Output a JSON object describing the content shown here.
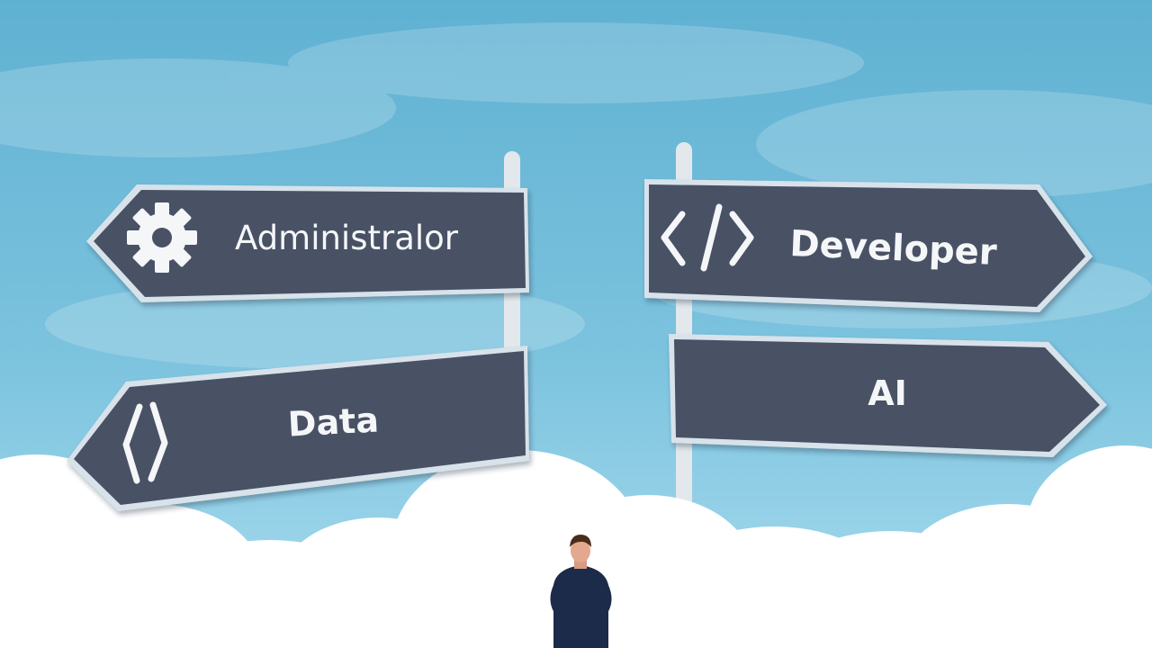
{
  "signs": [
    {
      "label": "Administralor",
      "icon": "gear-icon",
      "direction": "left"
    },
    {
      "label": "Developer",
      "icon": "code-brackets-icon",
      "direction": "right"
    },
    {
      "label": "Data",
      "icon": "braces-icon",
      "direction": "left"
    },
    {
      "label": "AI",
      "icon": "",
      "direction": "right"
    }
  ],
  "colors": {
    "sky_top": "#5fb1d2",
    "sky_bottom": "#a9dcef",
    "sign_fill": "#4a5165",
    "sign_border": "#d8e2ea",
    "cloud": "#ffffff",
    "pole": "#e3e8ec",
    "person_suit": "#1d2b4a"
  }
}
